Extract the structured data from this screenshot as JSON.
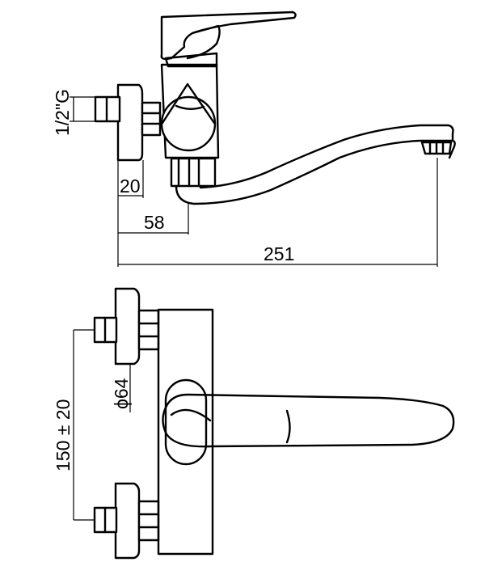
{
  "dimensions": {
    "thread": "1/2\"G",
    "offset_20": "20",
    "offset_58": "58",
    "length_251": "251",
    "diameter": "ϕ64",
    "center_distance": "150 ± 20"
  },
  "colors": {
    "line": "#000000",
    "background": "#ffffff"
  }
}
